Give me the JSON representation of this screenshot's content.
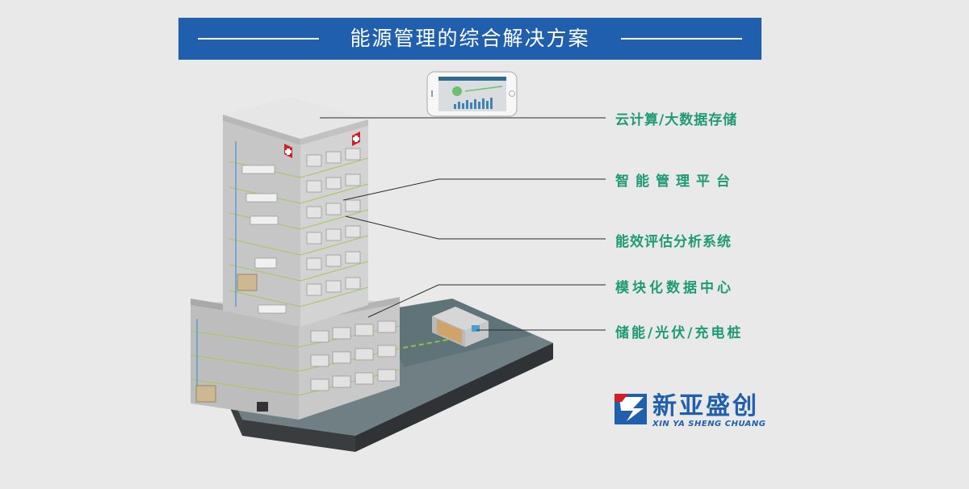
{
  "header": {
    "title": "能源管理的综合解决方案"
  },
  "features": [
    "云计算/大数据存储",
    "智能管理平台",
    "能效评估分析系统",
    "模块化数据中心",
    "储能/光伏/充电桩"
  ],
  "brand": {
    "name_cn": "新亚盛创",
    "name_en": "XIN YA SHENG CHUANG"
  },
  "colors": {
    "title_bar": "#1f5fae",
    "feature_text": "#1f9a74",
    "brand": "#1f5fae",
    "brand_red": "#d21f26",
    "background": "#e9e9e9"
  }
}
